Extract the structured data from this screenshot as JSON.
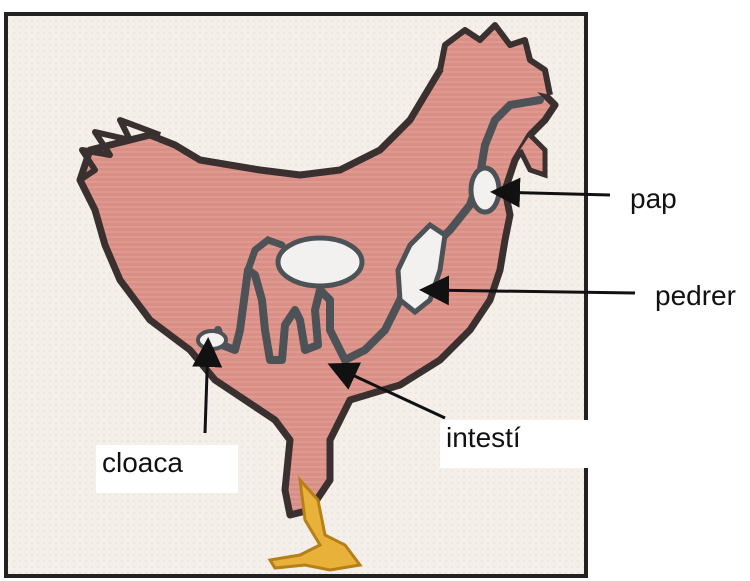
{
  "diagram": {
    "subject": "chicken digestive system",
    "labels": {
      "pap": "pap",
      "pedrer": "pedrer",
      "intesti": "intestí",
      "cloaca": "cloaca"
    }
  },
  "colors": {
    "frame": "#222222",
    "paper": "#f4efe9",
    "body_fill": "#d98f86",
    "outline": "#3a3030",
    "tube": "#4c5256",
    "organ_fill": "#f2f1f0",
    "legs": "#e8b13a"
  }
}
